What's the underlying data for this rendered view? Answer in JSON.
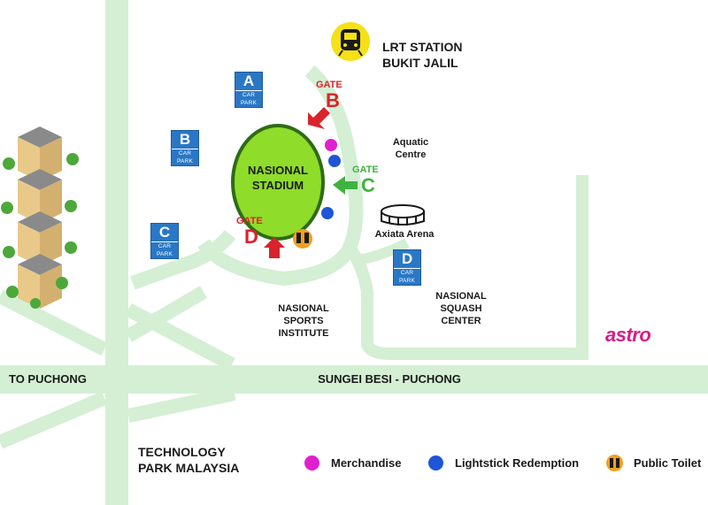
{
  "stadium": {
    "line1": "NASIONAL",
    "line2": "STADIUM"
  },
  "lrt": {
    "line1": "LRT STATION",
    "line2": "BUKIT JALIL",
    "icon": "train-icon",
    "color": "#f6e016"
  },
  "car_parks": [
    {
      "letter": "A",
      "sub_line1": "CAR",
      "sub_line2": "PARK"
    },
    {
      "letter": "B",
      "sub_line1": "CAR",
      "sub_line2": "PARK"
    },
    {
      "letter": "C",
      "sub_line1": "CAR",
      "sub_line2": "PARK"
    },
    {
      "letter": "D",
      "sub_line1": "CAR",
      "sub_line2": "PARK"
    }
  ],
  "gates": [
    {
      "word": "GATE",
      "letter": "B",
      "color": "#d9232d"
    },
    {
      "word": "GATE",
      "letter": "C",
      "color": "#3fb33f"
    },
    {
      "word": "GATE",
      "letter": "D",
      "color": "#d9232d"
    }
  ],
  "places": {
    "aquatic_line1": "Aquatic",
    "aquatic_line2": "Centre",
    "axiata": "Axiata Arena",
    "nsi_line1": "NASIONAL",
    "nsi_line2": "SPORTS",
    "nsi_line3": "INSTITUTE",
    "squash_line1": "NASIONAL",
    "squash_line2": "SQUASH",
    "squash_line3": "CENTER",
    "tpm_line1": "TECHNOLOGY",
    "tpm_line2": "PARK MALAYSIA"
  },
  "roads": {
    "to_puchong": "TO PUCHONG",
    "main": "SUNGEI BESI - PUCHONG"
  },
  "brand": "astro",
  "legend": [
    {
      "label": "Merchandise",
      "color": "#e01fcf"
    },
    {
      "label": "Lightstick Redemption",
      "color": "#1f55d6"
    },
    {
      "label": "Public Toilet",
      "icon": "toilet-icon",
      "color": "#f0a020"
    }
  ],
  "colors": {
    "road": "#d4efd4",
    "stadium": "#8fdc2a",
    "stadium_outline": "#2f6b16"
  }
}
